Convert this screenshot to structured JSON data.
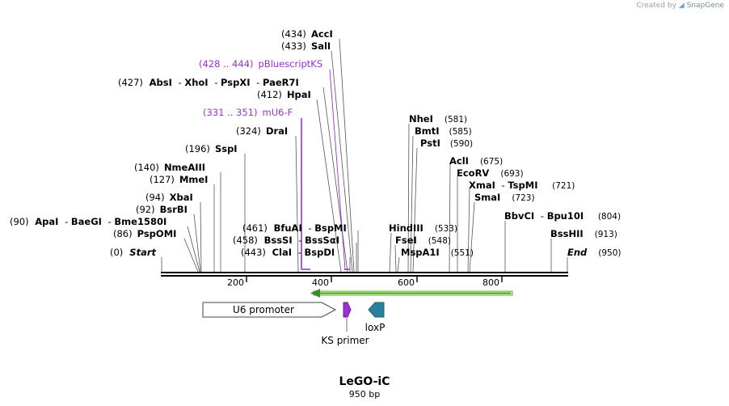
{
  "credit": {
    "prefix": "Created by",
    "brand": "SnapGene"
  },
  "map": {
    "name": "LeGO-iC",
    "length_label": "950 bp"
  },
  "axis": {
    "ticks": [
      "200",
      "400",
      "600",
      "800"
    ]
  },
  "sites": [
    {
      "pos": "(434)",
      "names": [
        "AccI"
      ]
    },
    {
      "pos": "(433)",
      "names": [
        "SalI"
      ]
    },
    {
      "pos": "(427)",
      "names": [
        "AbsI",
        "XhoI",
        "PspXI",
        "PaeR7I"
      ]
    },
    {
      "pos": "(412)",
      "names": [
        "HpaI"
      ]
    },
    {
      "pos": "(324)",
      "names": [
        "DraI"
      ]
    },
    {
      "pos": "(196)",
      "names": [
        "SspI"
      ]
    },
    {
      "pos": "(140)",
      "names": [
        "NmeAIII"
      ]
    },
    {
      "pos": "(127)",
      "names": [
        "MmeI"
      ]
    },
    {
      "pos": "(94)",
      "names": [
        "XbaI"
      ]
    },
    {
      "pos": "(92)",
      "names": [
        "BsrBI"
      ]
    },
    {
      "pos": "(90)",
      "names": [
        "ApaI",
        "BaeGI",
        "Bme1580I"
      ]
    },
    {
      "pos": "(86)",
      "names": [
        "PspOMI"
      ]
    },
    {
      "pos": "(0)",
      "names": [
        "Start"
      ]
    },
    {
      "pos": "(461)",
      "names": [
        "BfuAI",
        "BspMI"
      ]
    },
    {
      "pos": "(458)",
      "names": [
        "BssSI",
        "BssSαI"
      ]
    },
    {
      "pos": "(443)",
      "names": [
        "ClaI",
        "BspDI"
      ]
    },
    {
      "pos": "(581)",
      "names": [
        "NheI"
      ]
    },
    {
      "pos": "(585)",
      "names": [
        "BmtI"
      ]
    },
    {
      "pos": "(590)",
      "names": [
        "PstI"
      ]
    },
    {
      "pos": "(533)",
      "names": [
        "HindIII"
      ]
    },
    {
      "pos": "(548)",
      "names": [
        "FseI"
      ]
    },
    {
      "pos": "(551)",
      "names": [
        "MspA1I"
      ]
    },
    {
      "pos": "(675)",
      "names": [
        "AclI"
      ]
    },
    {
      "pos": "(693)",
      "names": [
        "EcoRV"
      ]
    },
    {
      "pos": "(721)",
      "names": [
        "XmaI",
        "TspMI"
      ]
    },
    {
      "pos": "(723)",
      "names": [
        "SmaI"
      ]
    },
    {
      "pos": "(804)",
      "names": [
        "BbvCI",
        "Bpu10I"
      ]
    },
    {
      "pos": "(913)",
      "names": [
        "BssHII"
      ]
    },
    {
      "pos": "(950)",
      "names": [
        "End"
      ]
    }
  ],
  "primer_sites": [
    {
      "range": "(428 .. 444)",
      "name": "pBluescriptKS"
    },
    {
      "range": "(331 .. 351)",
      "name": "mU6-F"
    }
  ],
  "features": [
    {
      "name": "U6 promoter"
    },
    {
      "name": "KS primer"
    },
    {
      "name": "loxP"
    }
  ],
  "colors": {
    "primer": "#9b30d9",
    "promoter_fill": "#ffffff",
    "loxp": "#2a7f9a",
    "green_arrow": "#5db84a",
    "line": "#000000"
  }
}
